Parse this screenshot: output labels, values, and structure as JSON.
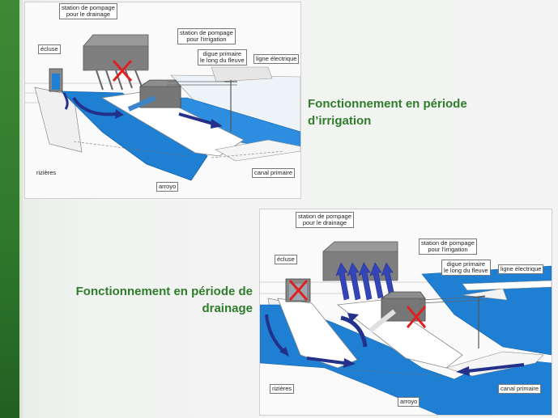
{
  "colors": {
    "sidebar": "#2f7a2c",
    "title": "#2f7d2b",
    "water": "#1f7fd3",
    "arrow": "#23318a",
    "cross": "#e02020"
  },
  "irrigation": {
    "title_line1": "Fonctionnement en période",
    "title_line2": "d’irrigation",
    "labels": {
      "drain_station_1": "station de pompage",
      "drain_station_2": "pour le drainage",
      "irr_station_1": "station de pompage",
      "irr_station_2": "pour l’irrigation",
      "dike_1": "digue primaire",
      "dike_2": "le long du fleuve",
      "power_line": "ligne électrique",
      "lock": "écluse",
      "rice": "rizières",
      "canal": "canal primaire",
      "arroyo": "arroyo"
    }
  },
  "drainage": {
    "title_line1": "Fonctionnement en période de",
    "title_line2": "drainage",
    "labels": {
      "drain_station_1": "station de pompage",
      "drain_station_2": "pour le drainage",
      "irr_station_1": "station de pompage",
      "irr_station_2": "pour l’irrigation",
      "dike_1": "digue primaire",
      "dike_2": "le long du fleuve",
      "power_line": "ligne électrique",
      "lock": "écluse",
      "rice": "rizières",
      "canal": "canal primaire",
      "arroyo": "arroyo"
    }
  }
}
